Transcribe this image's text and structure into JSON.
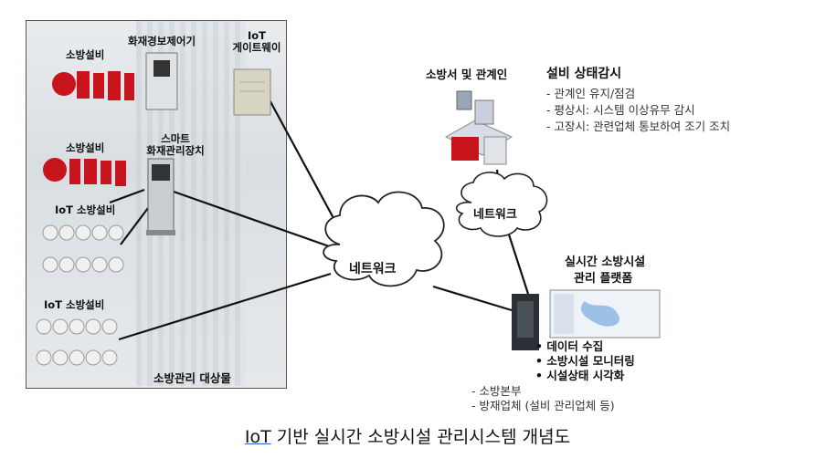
{
  "left_group": {
    "footer": "소방관리 대상물",
    "fire_equipment_1": "소방설비",
    "fire_alarm_controller": "화재경보제어기",
    "iot_gateway": "IoT\n게이트웨이",
    "fire_equipment_2": "소방설비",
    "smart_device": "스마트\n화재관리장치",
    "iot_equipment_1": "IoT 소방설비",
    "iot_equipment_2": "IoT 소방설비"
  },
  "network_center": "네트워크",
  "network_top": "네트워크",
  "monitor": {
    "org": "소방서 및 관계인",
    "title": "설비 상태감시",
    "items": [
      "- 관계인 유지/점검",
      "- 평상시: 시스템 이상유무 감시",
      "- 고장시: 관련업체 통보하여 조기 조치"
    ]
  },
  "platform": {
    "title_line1": "실시간 소방시설",
    "title_line2": "관리 플랫폼",
    "bullets": [
      "• 데이터 수집",
      "• 소방시설 모니터링",
      "• 시설상태 시각화"
    ],
    "users": [
      "- 소방본부",
      "- 방재업체 (설비 관리업체 등)"
    ]
  },
  "caption": {
    "prefix": "IoT",
    "rest": " 기반 실시간 소방시설 관리시스템 개념도"
  },
  "colors": {
    "equipment_red": "#c8141c",
    "cloud_stroke": "#222222",
    "link_line": "#111111",
    "caption_underline": "#2b66c9"
  }
}
